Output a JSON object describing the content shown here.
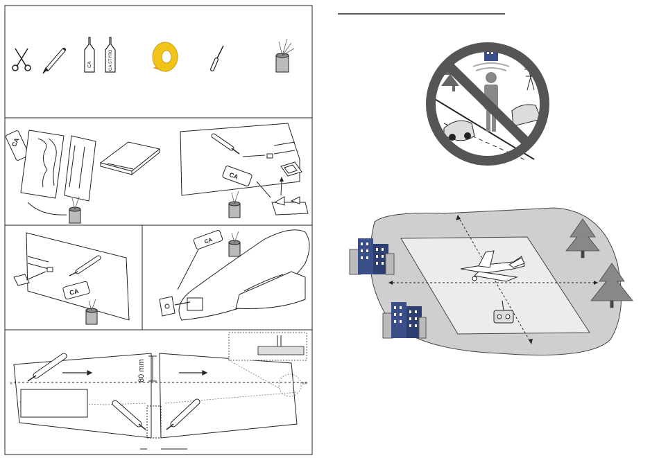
{
  "tools": {
    "glue_label_1": "CA",
    "glue_label_2": "CA STYRO"
  },
  "panel2": {
    "bottle_label_a": "CA",
    "bottle_label_b": "CA"
  },
  "panel3": {
    "bottle_label_a": "CA",
    "bottle_label_b": "CA"
  },
  "wing": {
    "dimension_label": "80 mm"
  },
  "colors": {
    "tape": "#f2c418",
    "tape_edge": "#e8902a",
    "field_gray": "#cfcfcf",
    "field_light": "#ececec",
    "tree": "#8a8a8a"
  }
}
